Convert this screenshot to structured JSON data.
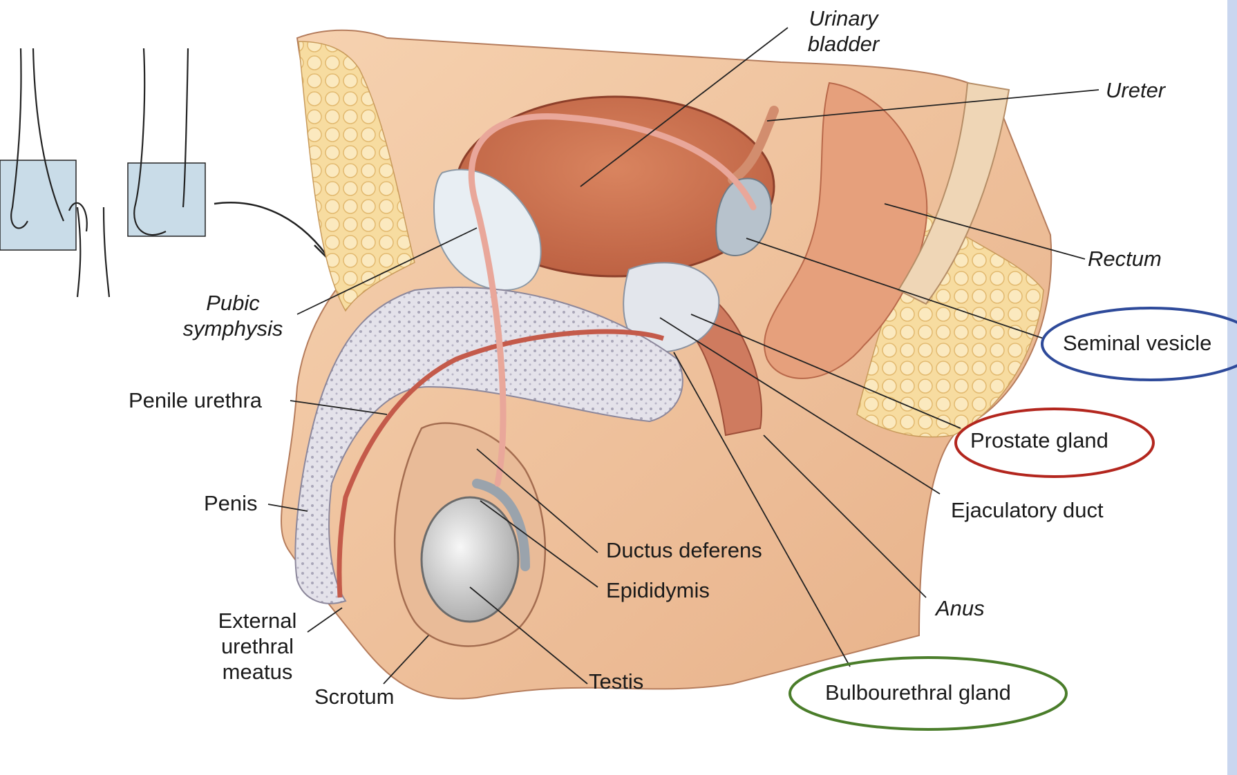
{
  "labels": {
    "urinary_bladder": [
      "Urinary",
      "bladder"
    ],
    "ureter": "Ureter",
    "rectum": "Rectum",
    "seminal_vesicle": "Seminal vesicle",
    "prostate_gland": "Prostate gland",
    "ejaculatory_duct": "Ejaculatory duct",
    "anus": "Anus",
    "bulbourethral_gland": "Bulbourethral gland",
    "pubic_symphysis": [
      "Pubic",
      "symphysis"
    ],
    "penile_urethra": "Penile urethra",
    "penis": "Penis",
    "external_urethral_meatus": [
      "External",
      "urethral",
      "meatus"
    ],
    "scrotum": "Scrotum",
    "testis": "Testis",
    "ductus_deferens": "Ductus deferens",
    "epididymis": "Epididymis"
  },
  "highlights": [
    {
      "label": "Seminal vesicle",
      "color": "#2e4a9a"
    },
    {
      "label": "Prostate gland",
      "color": "#b3261e"
    },
    {
      "label": "Bulbourethral gland",
      "color": "#4a7d2a"
    }
  ],
  "colors": {
    "side_bar": "#c9d6ef",
    "tissue": "#f0c19a",
    "muscle": "#cf7b5f",
    "fat": "#f7dca0",
    "testis": "#d9d9d9",
    "leader_line": "#222222"
  }
}
